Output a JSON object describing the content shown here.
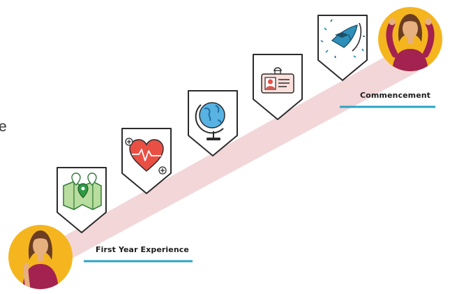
{
  "start_label": "First Year Experience",
  "end_label": "Commencement",
  "edge_text": "e",
  "colors": {
    "path": "#f3d6d8",
    "underline": "#2aa4c6",
    "avatar_bg": "#f5b51f",
    "badge_border": "#2b2b2b"
  },
  "milestones": [
    {
      "icon": "map-icon"
    },
    {
      "icon": "heart-health-icon"
    },
    {
      "icon": "globe-icon"
    },
    {
      "icon": "id-badge-icon"
    },
    {
      "icon": "graduation-celebration-icon"
    }
  ]
}
